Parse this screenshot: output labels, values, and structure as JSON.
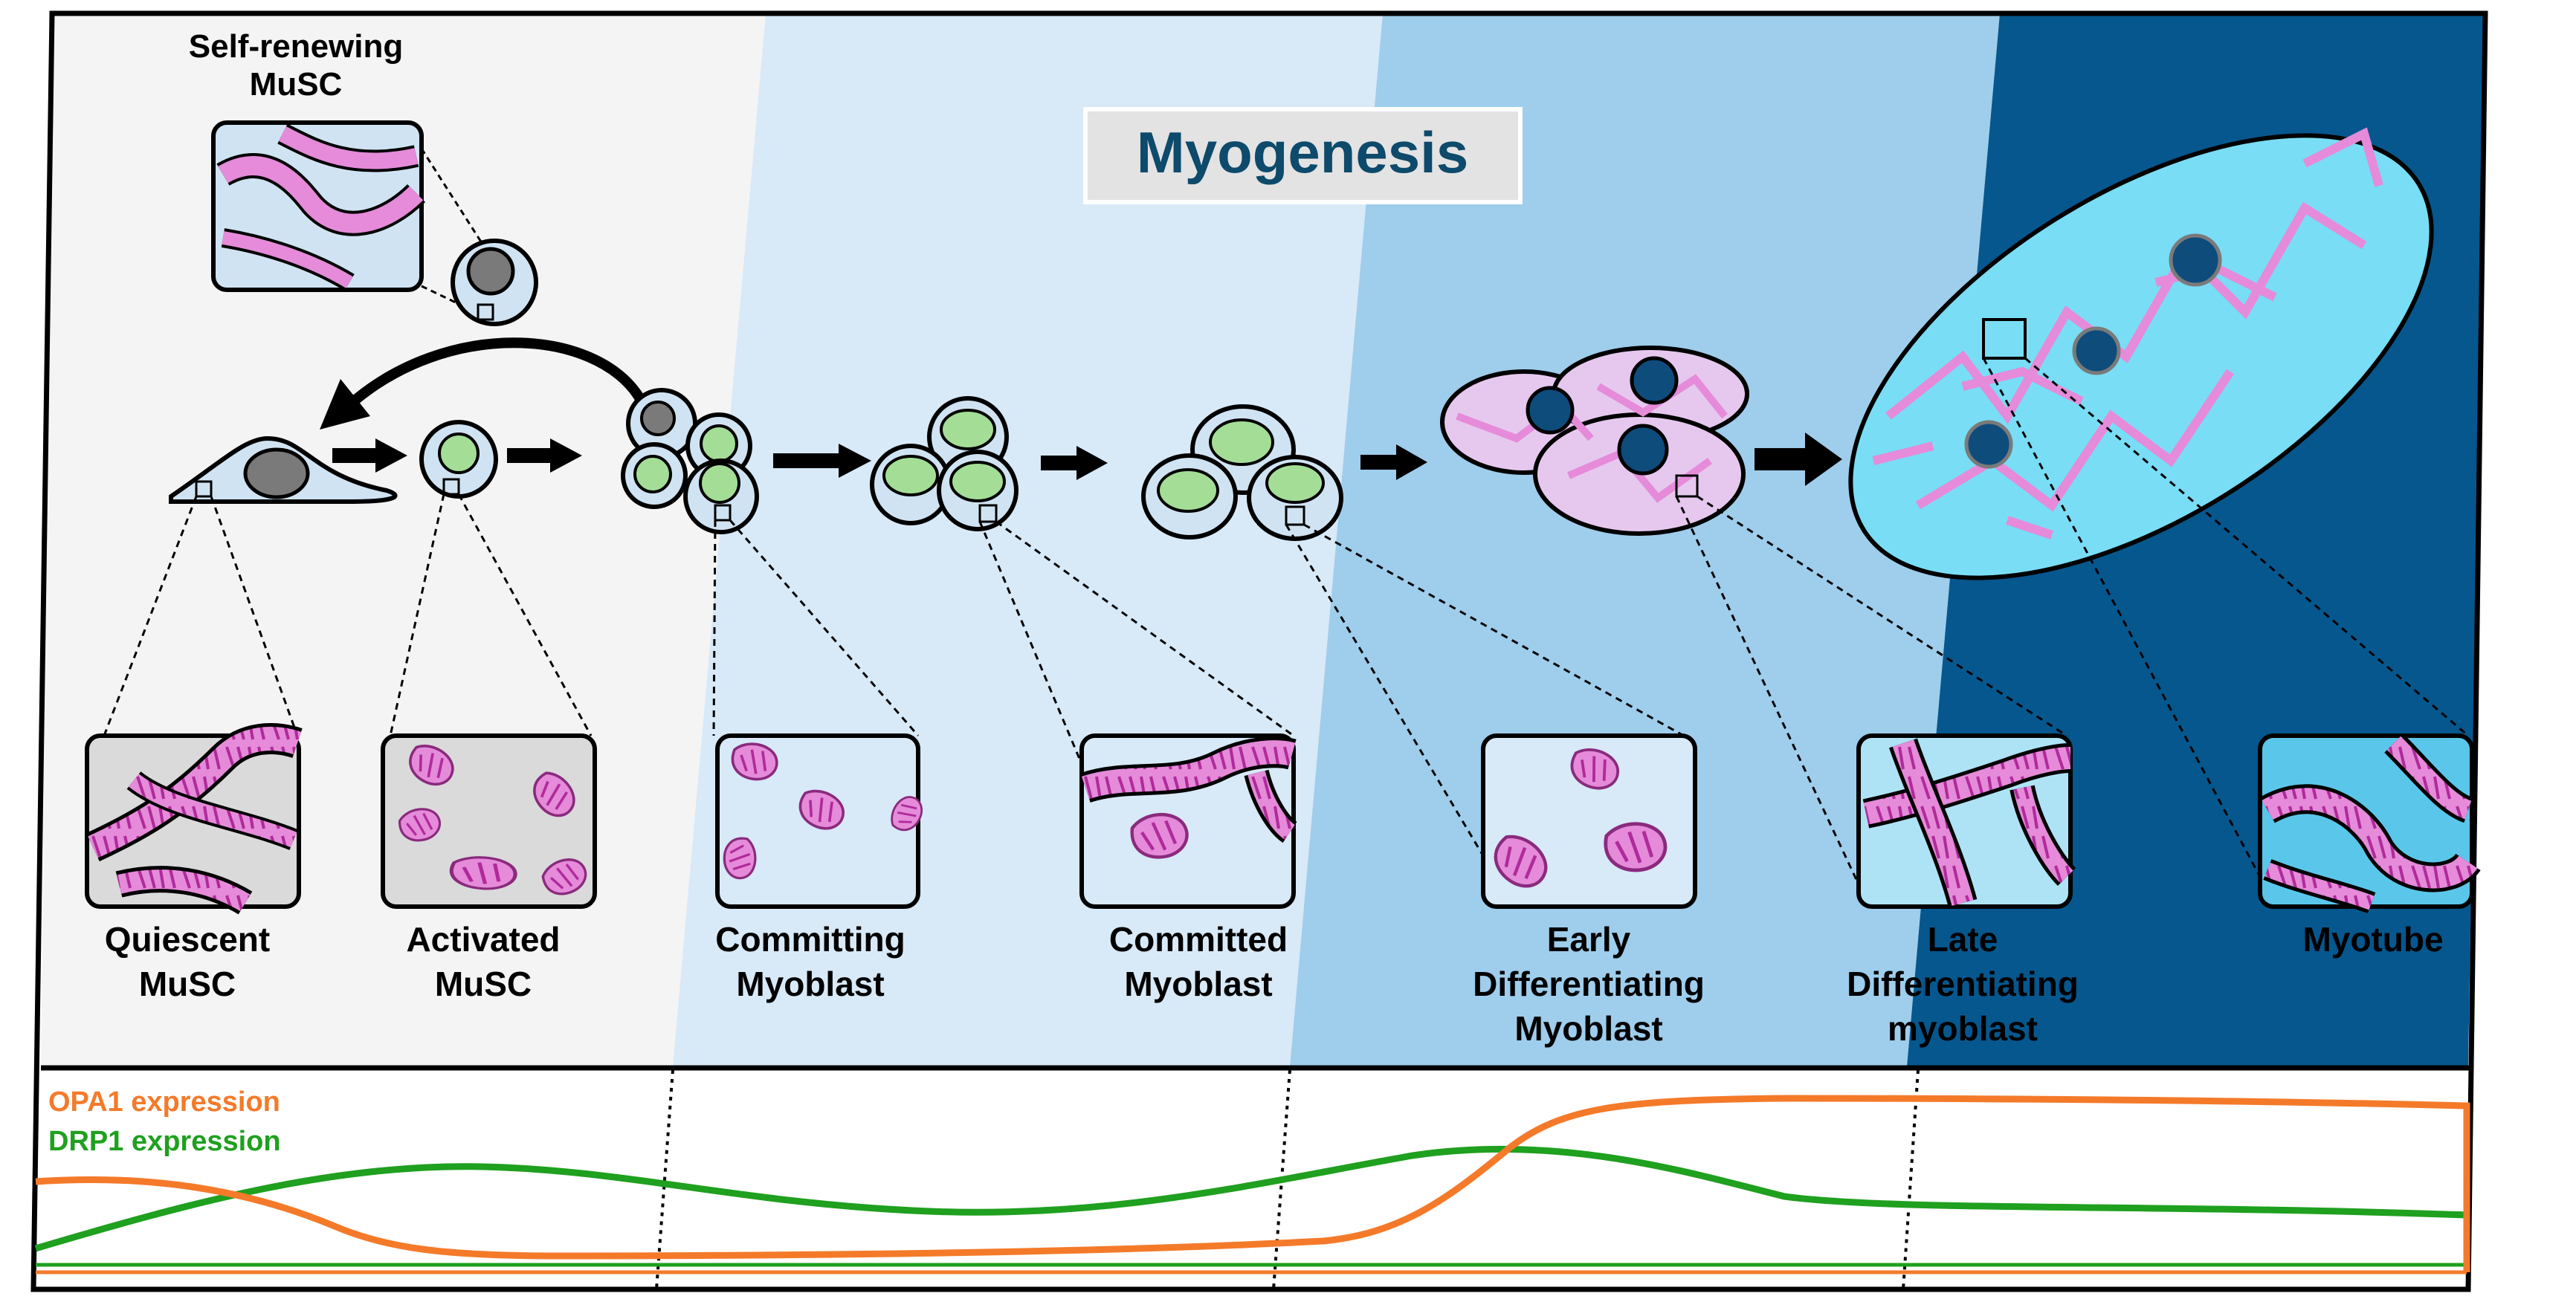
{
  "title": "Myogenesis",
  "top_label": [
    "Self-renewing",
    "MuSC"
  ],
  "stages": [
    {
      "id": "quiescent",
      "lines": [
        "Quiescent",
        "MuSC"
      ]
    },
    {
      "id": "activated",
      "lines": [
        "Activated",
        "MuSC"
      ]
    },
    {
      "id": "committing",
      "lines": [
        "Committing",
        "Myoblast"
      ]
    },
    {
      "id": "committed",
      "lines": [
        "Committed",
        "Myoblast"
      ]
    },
    {
      "id": "early",
      "lines": [
        "Early",
        "Differentiating",
        "Myoblast"
      ]
    },
    {
      "id": "late",
      "lines": [
        "Late",
        "Differentiating",
        "myoblast"
      ]
    },
    {
      "id": "myotube",
      "lines": [
        "Myotube"
      ]
    }
  ],
  "legend": {
    "opa1": "OPA1 expression",
    "drp1": "DRP1 expression"
  },
  "colors": {
    "opa1": "#F47A2A",
    "drp1": "#1FA01F",
    "band1": "#F4F4F4",
    "band2": "#D8E9F7",
    "band3": "#9FCDEC",
    "band4": "#6FB2E2",
    "band5": "#05578E",
    "title_bg": "#E3E3E3",
    "title_text": "#0D4A6B",
    "mito": "#E58BD9",
    "mito_inner": "#B02A9A",
    "nucleus_grey": "#7A7A7A",
    "nucleus_green": "#A4DE96",
    "nucleus_blue": "#0E4C7C",
    "myotube_fill": "#79DDF5"
  }
}
